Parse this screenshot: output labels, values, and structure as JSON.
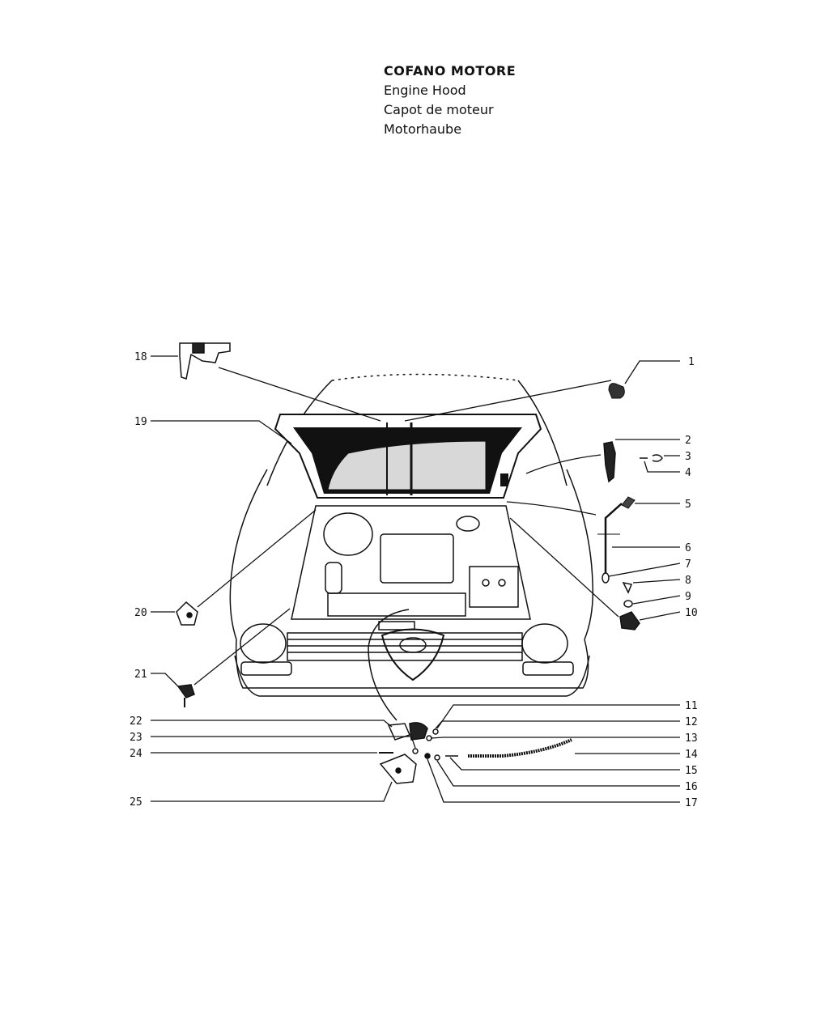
{
  "header": {
    "title_it": "COFANO MOTORE",
    "title_en": "Engine Hood",
    "title_fr": "Capot de moteur",
    "title_de": "Motorhaube"
  },
  "callouts": {
    "c1": "1",
    "c2": "2",
    "c3": "3",
    "c4": "4",
    "c5": "5",
    "c6": "6",
    "c7": "7",
    "c8": "8",
    "c9": "9",
    "c10": "10",
    "c11": "11",
    "c12": "12",
    "c13": "13",
    "c14": "14",
    "c15": "15",
    "c16": "16",
    "c17": "17",
    "c18": "18",
    "c19": "19",
    "c20": "20",
    "c21": "21",
    "c22": "22",
    "c23": "23",
    "c24": "24",
    "c25": "25"
  },
  "icons": {
    "car": "car-front-open-hood-icon",
    "hinge": "hood-hinge-icon",
    "prop_rod": "hood-prop-rod-icon",
    "latch": "hood-latch-icon",
    "cable": "release-cable-icon"
  }
}
